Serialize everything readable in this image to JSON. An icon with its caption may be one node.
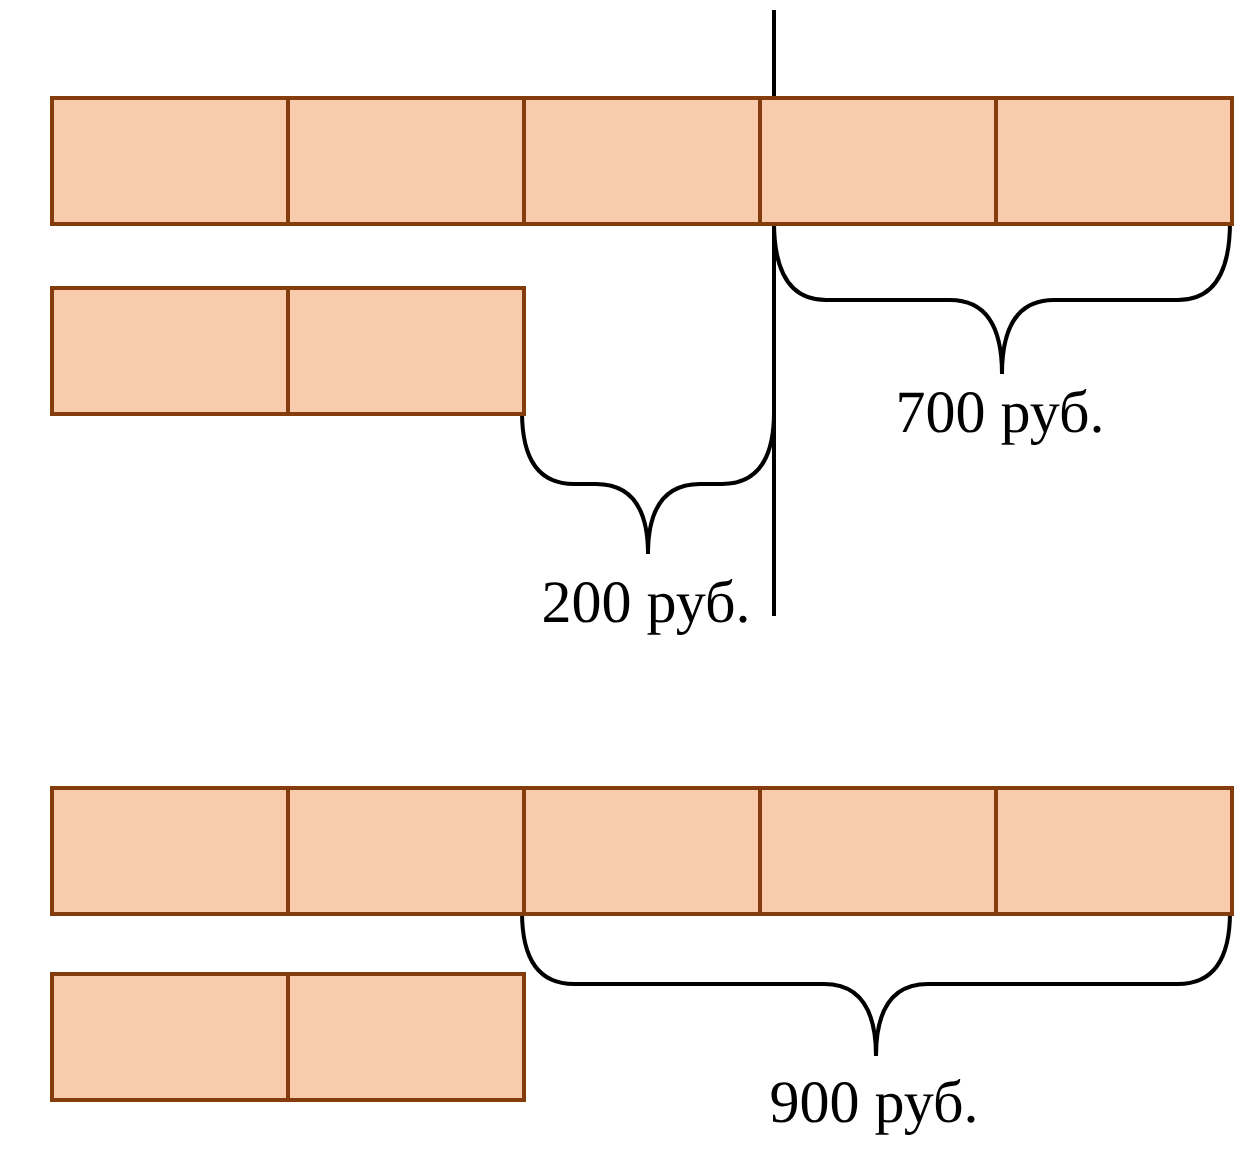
{
  "diagram": {
    "nodes": [
      {
        "text": [],
        "shape": "box"
      },
      {
        "text": [],
        "shape": "box"
      },
      {
        "text": [],
        "shape": "box"
      },
      {
        "text": [],
        "shape": "box"
      },
      {
        "text": [],
        "shape": "box"
      },
      {
        "text": [],
        "shape": "box"
      },
      {
        "text": [],
        "shape": "box"
      },
      {
        "text": [],
        "shape": "box"
      },
      {
        "text": [],
        "shape": "box"
      },
      {
        "text": [],
        "shape": "box"
      },
      {
        "text": [],
        "shape": "box"
      },
      {
        "text": [],
        "shape": "box"
      },
      {
        "text": [],
        "shape": "box"
      },
      {
        "text": [],
        "shape": "box"
      }
    ],
    "edges": [],
    "labels": [
      "700 руб.",
      "200 руб.",
      "900 руб."
    ]
  }
}
